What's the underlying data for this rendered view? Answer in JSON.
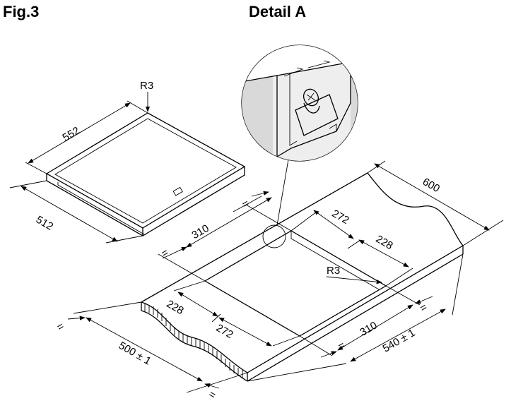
{
  "titles": {
    "figure": "Fig.3",
    "detail": "Detail A"
  },
  "dimensions": {
    "hob_depth": "552",
    "hob_width": "512",
    "hob_radius": "R3",
    "cutout_radius": "R3",
    "counter_depth": "600",
    "cutout_left_310": "310",
    "cutout_right_310": "310",
    "upper_272": "272",
    "upper_228": "228",
    "lower_228": "228",
    "lower_272": "272",
    "cutout_500": "500 ± 1",
    "cutout_540": "540 ± 1",
    "equal_sign": "="
  }
}
